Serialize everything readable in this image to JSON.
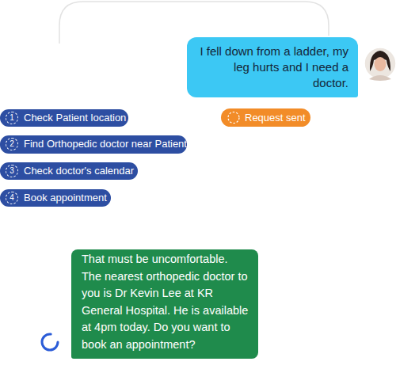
{
  "diagram": {
    "nodes": [
      {
        "text": [
          "I fell down from a ladder, my leg hurts and I need a doctor."
        ]
      },
      {
        "text": [
          "1",
          "Check Patient location"
        ]
      },
      {
        "text": [
          "Request sent"
        ]
      },
      {
        "text": [
          "2",
          "Find Orthopedic doctor near Patient"
        ]
      },
      {
        "text": [
          "3",
          "Check doctor's calendar"
        ]
      },
      {
        "text": [
          "4",
          "Book appointment"
        ]
      },
      {
        "text": [
          "That must be uncomfortable. The nearest orthopedic doctor to you is Dr Kevin Lee at KR General Hospital. He is available at 4pm today. Do you want to book an appointment?"
        ]
      }
    ],
    "edges": []
  }
}
